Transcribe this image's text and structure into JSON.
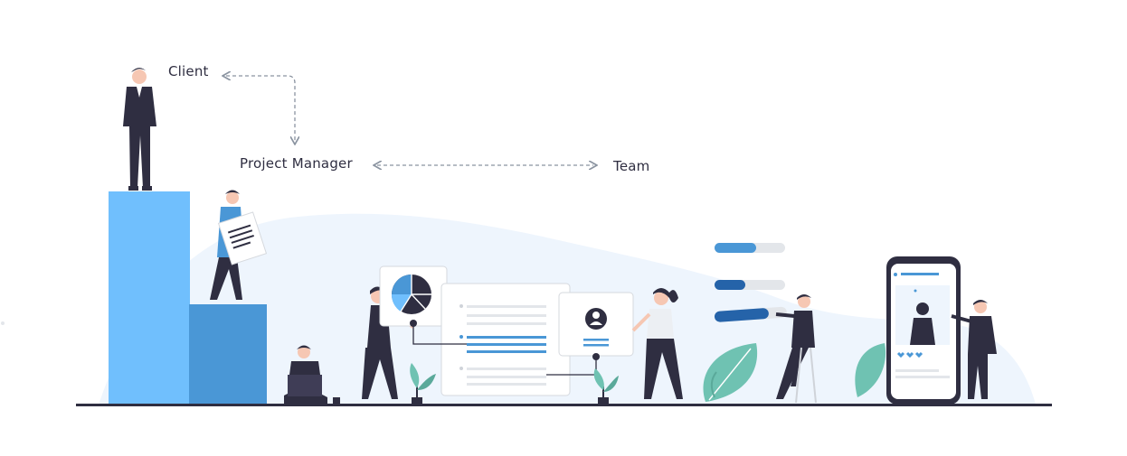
{
  "diagram": {
    "roles": {
      "client": "Client",
      "project_manager": "Project Manager",
      "team": "Team"
    }
  },
  "colors": {
    "primary_blue": "#70bffd",
    "mid_blue": "#4a97d6",
    "dark_blue": "#2563a9",
    "dark_figure": "#2f2e41",
    "background_wave": "#eef5fd",
    "arrow_gray": "#8a93a0",
    "leaf_green": "#6fc2b2",
    "ground": "#2f2e41"
  }
}
